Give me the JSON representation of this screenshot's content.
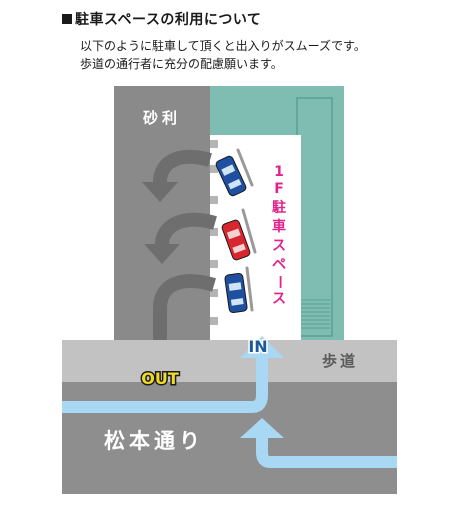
{
  "header": {
    "title": "駐車スペースの利用について",
    "description_lines": [
      "以下のように駐車して頂くと出入りがスムーズです。",
      "歩道の通行者に充分の配慮願います。"
    ]
  },
  "diagram": {
    "gravel_label": "砂利",
    "parking_label_chars": [
      "1",
      "F",
      "駐",
      "車",
      "ス",
      "ペ",
      "ー",
      "ス"
    ],
    "entry_label": "IN",
    "exit_label": "OUT",
    "sidewalk_label": "歩道",
    "street_label": "松本通り",
    "car_colors": [
      "#1f4fa0",
      "#d8262f",
      "#1f4fa0"
    ],
    "colors": {
      "gravel": "#8a8a8a",
      "building": "#7fbcb1",
      "sidewalk": "#c2c2c2",
      "street": "#8e8e8e",
      "flow_arrow": "#a8d8f3",
      "maneuver_arrow": "#6e6e6e",
      "parking_text": "#e0248c",
      "exit_text": "#f1da22"
    }
  }
}
